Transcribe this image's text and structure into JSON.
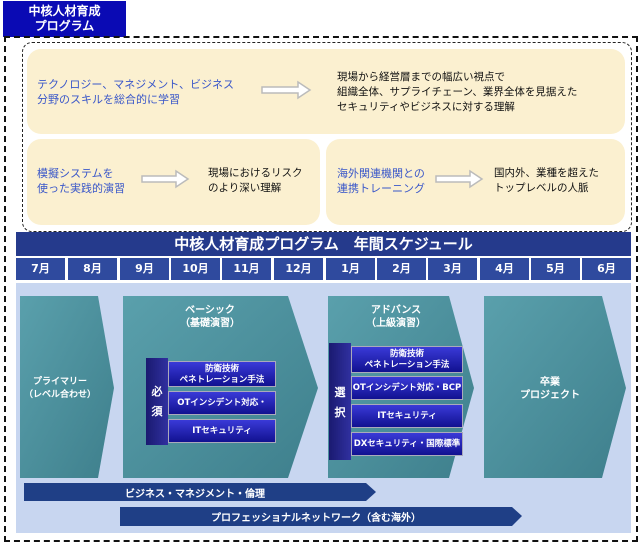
{
  "tag": {
    "line1": "中核人材育成",
    "line2": "プログラム"
  },
  "top": {
    "b1_left": [
      "テクノロジー、マネジメント、ビジネス",
      "分野のスキルを総合的に学習"
    ],
    "b1_right": [
      "現場から経営層までの幅広い視点で",
      "組織全体、サプライチェーン、業界全体を見据えた",
      "セキュリティやビジネスに対する理解"
    ],
    "b2_left": [
      "模擬システムを",
      "使った実践的演習"
    ],
    "b2_right": [
      "現場におけるリスク",
      "のより深い理解"
    ],
    "b3_left": [
      "海外関連機関との",
      "連携トレーニング"
    ],
    "b3_right": [
      "国内外、業種を超えた",
      "トップレベルの人脈"
    ]
  },
  "schedule": {
    "title": "中核人材育成プログラム　年間スケジュール",
    "months": [
      "7月",
      "8月",
      "9月",
      "10月",
      "11月",
      "12月",
      "1月",
      "2月",
      "3月",
      "4月",
      "5月",
      "6月"
    ]
  },
  "phases": {
    "primary": [
      "プライマリー",
      "（レベル合わせ）"
    ],
    "basic": [
      "ベーシック",
      "（基礎演習）"
    ],
    "advance": [
      "アドバンス",
      "（上級演習）"
    ],
    "graduation": [
      "卒業",
      "プロジェクト"
    ]
  },
  "required": {
    "label": [
      "必",
      "須"
    ],
    "items": [
      [
        "防衛技術",
        "ペネトレーション手法"
      ],
      [
        "OTインシデント対応・BCP"
      ],
      [
        "ITセキュリティ"
      ]
    ]
  },
  "elective": {
    "label": [
      "選",
      "択"
    ],
    "items": [
      [
        "防衛技術",
        "ペネトレーション手法"
      ],
      [
        "OTインシデント対応・BCP"
      ],
      [
        "ITセキュリティ"
      ],
      [
        "DXセキュリティ・国際標準"
      ]
    ]
  },
  "bottom": {
    "bar1": "ビジネス・マネジメント・倫理",
    "bar2": "プロフェッショナルネットワーク（含む海外）"
  },
  "colors": {
    "navy": "#253a8c",
    "teal": "#4a8e9a",
    "cream": "#fbf0d0",
    "tag": "#0a0ab4"
  }
}
